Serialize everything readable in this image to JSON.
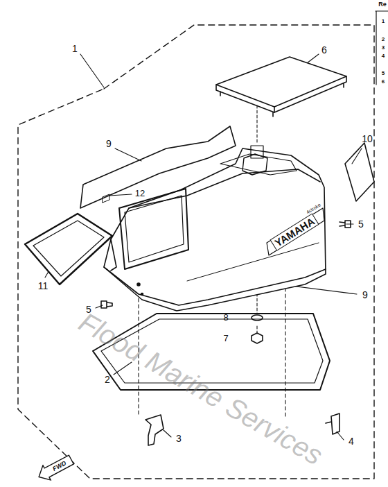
{
  "diagram": {
    "nodes": [
      {
        "text": [
          "FWD"
        ]
      }
    ],
    "labels": [
      "1",
      "2",
      "3",
      "4",
      "5",
      "5",
      "6",
      "7",
      "8",
      "9",
      "9",
      "10",
      "11",
      "12",
      "YAMAHA",
      "4stroke",
      "Flood Marine Services",
      "Re",
      "1",
      "2",
      "3",
      "4",
      "5",
      "6"
    ]
  }
}
